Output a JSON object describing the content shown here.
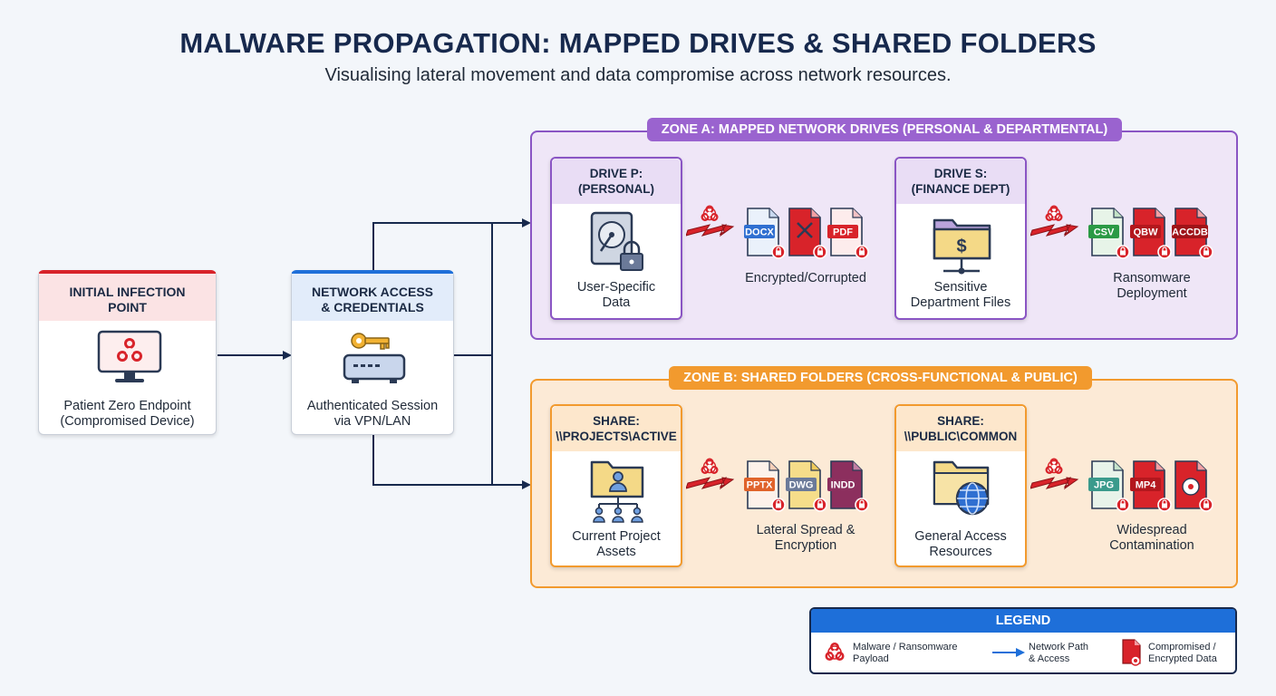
{
  "title": "MALWARE PROPAGATION: MAPPED DRIVES & SHARED FOLDERS",
  "subtitle": "Visualising lateral movement and data compromise across network resources.",
  "colors": {
    "navy": "#17294d",
    "red": "#d8232a",
    "blue": "#1e6fd9",
    "purple": "#8a55c4",
    "orange": "#f29a2e"
  },
  "infection": {
    "header": "INITIAL INFECTION POINT",
    "icon": "biohazard-monitor-icon",
    "caption_line1": "Patient Zero Endpoint",
    "caption_line2": "(Compromised Device)"
  },
  "network": {
    "header_line1": "NETWORK ACCESS",
    "header_line2": "& CREDENTIALS",
    "icon": "router-key-icon",
    "caption_line1": "Authenticated Session",
    "caption_line2": "via VPN/LAN"
  },
  "zone_a": {
    "label": "ZONE A: MAPPED NETWORK DRIVES (PERSONAL & DEPARTMENTAL)",
    "drive_p": {
      "header_line1": "DRIVE P:",
      "header_line2": "(PERSONAL)",
      "icon": "hard-drive-lock-icon",
      "caption_line1": "User-Specific",
      "caption_line2": "Data"
    },
    "drive_p_files": [
      "DOCX",
      "",
      "PDF"
    ],
    "drive_p_result": "Encrypted/Corrupted",
    "drive_s": {
      "header_line1": "DRIVE S:",
      "header_line2": "(FINANCE DEPT)",
      "icon": "finance-folder-icon",
      "caption_line1": "Sensitive",
      "caption_line2": "Department Files"
    },
    "drive_s_files": [
      "CSV",
      "QBW",
      "ACCDB"
    ],
    "drive_s_result_line1": "Ransomware",
    "drive_s_result_line2": "Deployment"
  },
  "zone_b": {
    "label": "ZONE B: SHARED FOLDERS (CROSS-FUNCTIONAL & PUBLIC)",
    "share_projects": {
      "header_line1": "SHARE:",
      "header_line2": "\\\\PROJECTS\\ACTIVE",
      "icon": "team-folder-icon",
      "caption_line1": "Current Project",
      "caption_line2": "Assets"
    },
    "share_projects_files": [
      "PPTX",
      "DWG",
      "INDD"
    ],
    "share_projects_result_line1": "Lateral Spread &",
    "share_projects_result_line2": "Encryption",
    "share_public": {
      "header_line1": "SHARE:",
      "header_line2": "\\\\PUBLIC\\COMMON",
      "icon": "globe-folder-icon",
      "caption_line1": "General Access",
      "caption_line2": "Resources"
    },
    "share_public_files": [
      "JPG",
      "MP4",
      ""
    ],
    "share_public_result_line1": "Widespread",
    "share_public_result_line2": "Contamination"
  },
  "legend": {
    "title": "LEGEND",
    "item1_line1": "Malware / Ransomware",
    "item1_line2": "Payload",
    "item2_line1": "Network Path",
    "item2_line2": "& Access",
    "item3_line1": "Compromised /",
    "item3_line2": "Encrypted Data"
  }
}
